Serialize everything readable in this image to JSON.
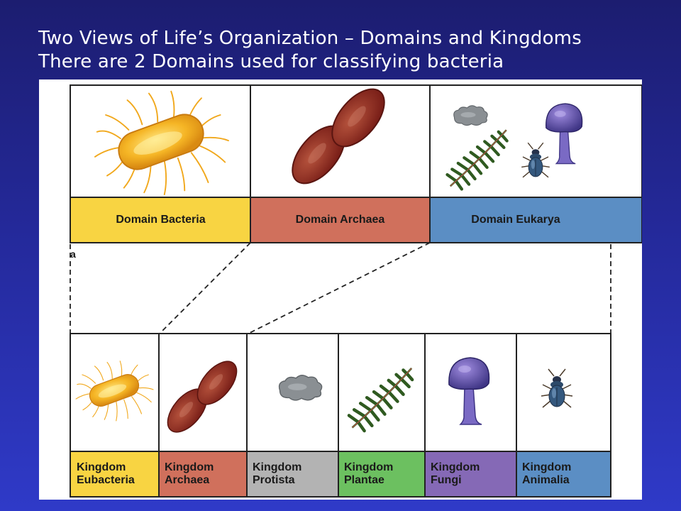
{
  "title": {
    "line1": "Two Views of Life’s Organization – Domains and Kingdoms",
    "line2": "There are 2 Domains used for classifying bacteria"
  },
  "figure_letter": "a",
  "domains": [
    {
      "label": "Domain Bacteria",
      "color": "#f8d442"
    },
    {
      "label": "Domain Archaea",
      "color": "#d0705c"
    },
    {
      "label": "Domain Eukarya",
      "color": "#5b8ec4"
    }
  ],
  "kingdoms": [
    {
      "line1": "Kingdom",
      "line2": "Eubacteria",
      "color": "#f8d442"
    },
    {
      "line1": "Kingdom",
      "line2": "Archaea",
      "color": "#d0705c"
    },
    {
      "line1": "Kingdom",
      "line2": "Protista",
      "color": "#b3b3b3"
    },
    {
      "line1": "Kingdom",
      "line2": "Plantae",
      "color": "#6cc060"
    },
    {
      "line1": "Kingdom",
      "line2": "Fungi",
      "color": "#8569b6"
    },
    {
      "line1": "Kingdom",
      "line2": "Animalia",
      "color": "#5b8ec4"
    }
  ]
}
